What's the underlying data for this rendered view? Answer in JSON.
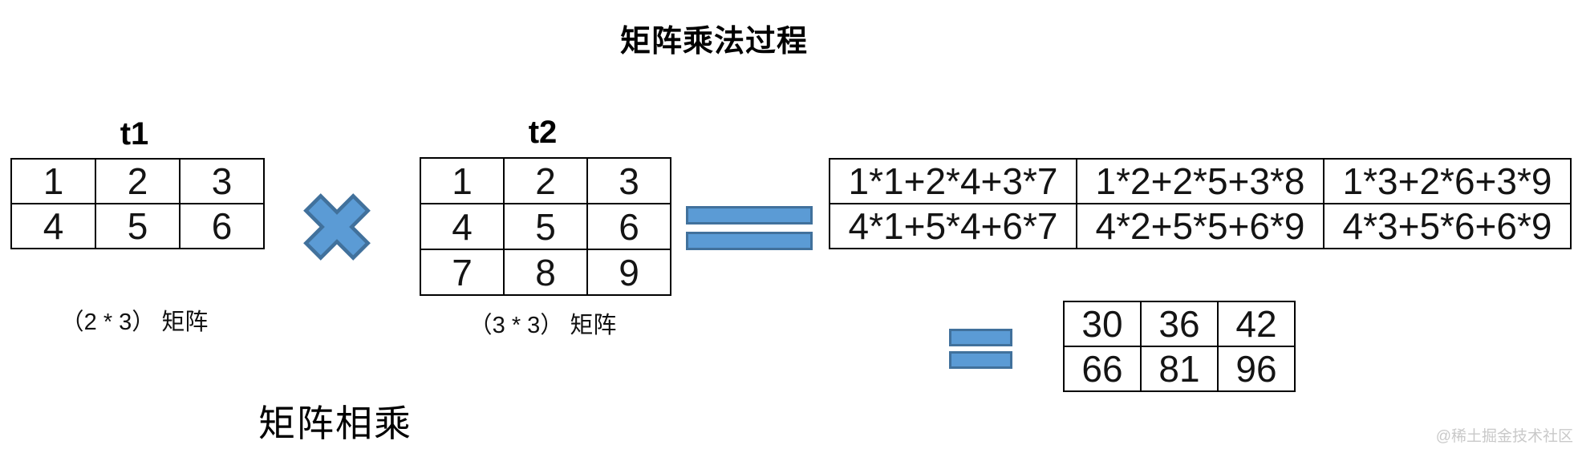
{
  "title": "矩阵乘法过程",
  "colors": {
    "shape_fill": "#5B9BD5",
    "shape_border": "#41719C",
    "background": "#ffffff",
    "grid_border": "#000000",
    "watermark_gray": "#c9c9c9"
  },
  "icons": {
    "multiply": "multiply-cross-icon",
    "equals_top": "equals-bars-icon",
    "equals_bottom": "equals-bars-icon"
  },
  "t1": {
    "label": "t1",
    "rows": [
      [
        "1",
        "2",
        "3"
      ],
      [
        "4",
        "5",
        "6"
      ]
    ],
    "caption": "（2 * 3） 矩阵"
  },
  "t2": {
    "label": "t2",
    "rows": [
      [
        "1",
        "2",
        "3"
      ],
      [
        "4",
        "5",
        "6"
      ],
      [
        "7",
        "8",
        "9"
      ]
    ],
    "caption": "（3 * 3） 矩阵"
  },
  "expr": {
    "rows": [
      [
        "1*1+2*4+3*7",
        "1*2+2*5+3*8",
        "1*3+2*6+3*9"
      ],
      [
        "4*1+5*4+6*7",
        "4*2+5*5+6*9",
        "4*3+5*6+6*9"
      ]
    ]
  },
  "result": {
    "rows": [
      [
        "30",
        "36",
        "42"
      ],
      [
        "66",
        "81",
        "96"
      ]
    ]
  },
  "bottom_label": "矩阵相乘",
  "watermark": "@稀土掘金技术社区"
}
